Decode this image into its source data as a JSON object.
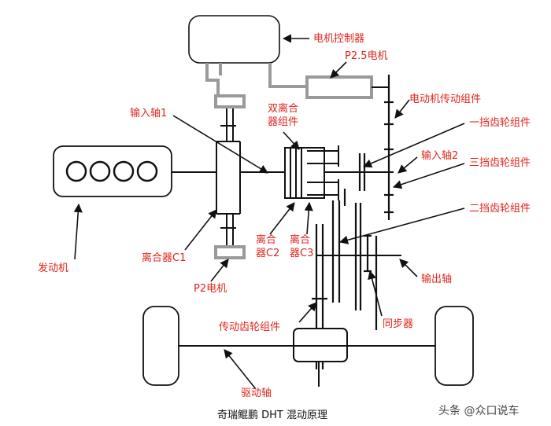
{
  "labels": {
    "motor_controller": "电机控制器",
    "p25_motor": "P2.5电机",
    "motor_drive_assembly": "电动机传动组件",
    "input_shaft_1": "输入轴1",
    "dual_clutch_assembly_1": "双离合",
    "dual_clutch_assembly_2": "器组件",
    "first_gear_assembly": "一挡齿轮组件",
    "input_shaft_2": "输入轴2",
    "third_gear_assembly": "三挡齿轮组件",
    "second_gear_assembly": "二挡齿轮组件",
    "engine": "发动机",
    "clutch_c1": "离合器C1",
    "clutch_c2_1": "离合",
    "clutch_c2_2": "器C2",
    "clutch_c3_1": "离合",
    "clutch_c3_2": "器C3",
    "output_shaft": "输出轴",
    "p2_motor": "P2电机",
    "transmission_gear_assembly": "传动齿轮组件",
    "synchronizer": "同步器",
    "drive_shaft": "驱动轴"
  },
  "caption": "奇瑞鲲鹏 DHT 混动原理",
  "watermark": "头条 @众口说车",
  "colors": {
    "label": "#e0241b",
    "line": "#111111",
    "gray": "#9a9a9a"
  }
}
